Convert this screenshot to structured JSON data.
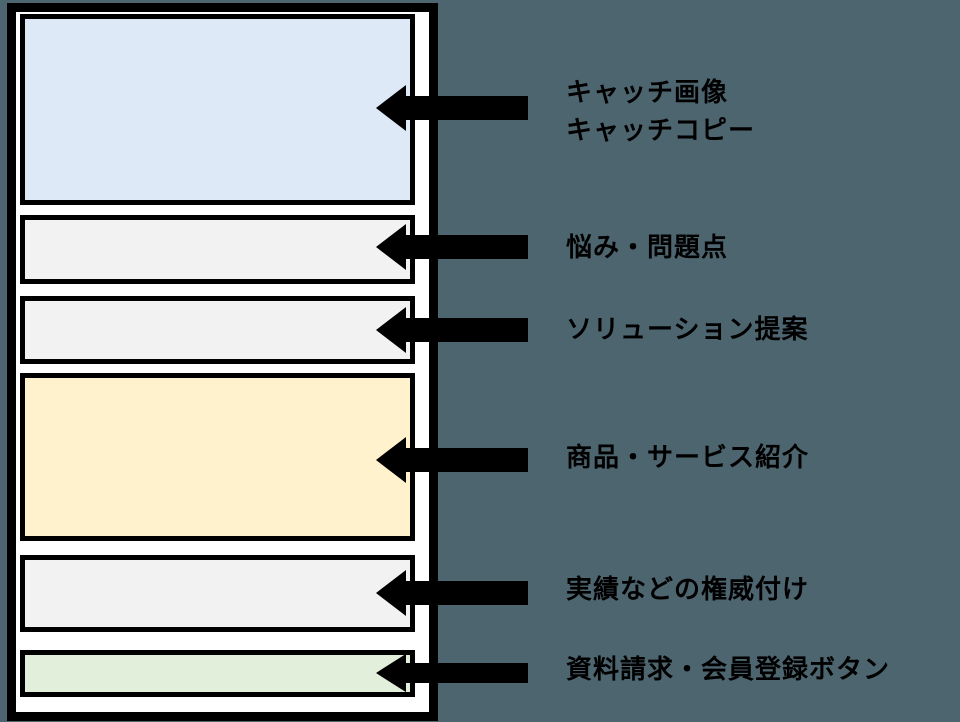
{
  "diagram": {
    "background_color": "#4d656f",
    "frame": {
      "fill_color": "#ffffff",
      "border_color": "#000000"
    },
    "arrow_color": "#000000",
    "sections": [
      {
        "name": "catch-hero",
        "label": "キャッチ画像\nキャッチコピー",
        "box_color": "#dde9f6"
      },
      {
        "name": "problems",
        "label": "悩み・問題点",
        "box_color": "#f2f2f2"
      },
      {
        "name": "solution",
        "label": "ソリューション提案",
        "box_color": "#f2f2f2"
      },
      {
        "name": "product-intro",
        "label": "商品・サービス紹介",
        "box_color": "#fff2cc"
      },
      {
        "name": "authority",
        "label": "実績などの権威付け",
        "box_color": "#f2f2f2"
      },
      {
        "name": "cta-button",
        "label": "資料請求・会員登録ボタン",
        "box_color": "#e2efda"
      }
    ]
  }
}
